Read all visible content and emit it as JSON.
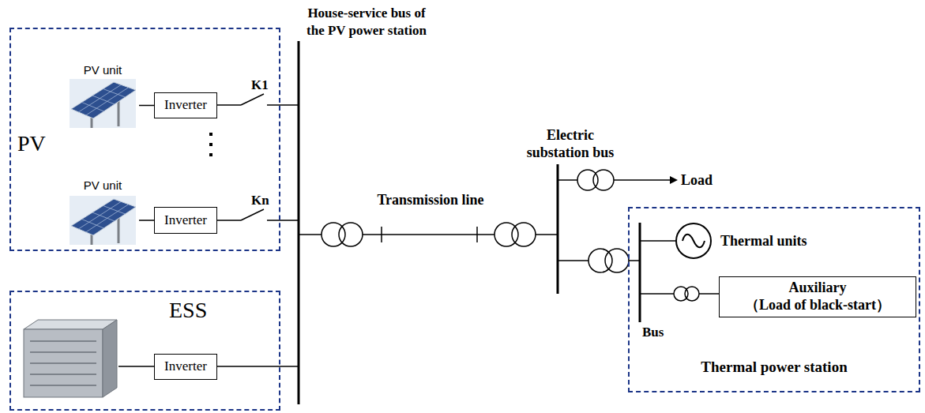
{
  "diagram": {
    "nodes": [
      {
        "text": [
          "PV"
        ]
      },
      {
        "text": [
          "PV unit"
        ],
        "in": 0
      },
      {
        "text": [
          "Inverter"
        ],
        "in": 0
      },
      {
        "text": [
          "PV unit"
        ],
        "in": 0
      },
      {
        "text": [
          "Inverter"
        ],
        "in": 0
      },
      {
        "text": [
          "ESS"
        ]
      },
      {
        "text": [
          "Inverter"
        ],
        "in": 5
      },
      {
        "text": [
          "Thermal power station"
        ]
      },
      {
        "text": [
          "Auxiliary",
          "（Load of black-start）"
        ],
        "in": 7
      }
    ],
    "edges": [
      {
        "from": 1,
        "to": 2,
        "arrow": "none"
      },
      {
        "from": 3,
        "to": 4,
        "arrow": "none"
      }
    ],
    "labels": [
      "House-service bus of the PV power station",
      "K1",
      "Kn",
      "Transmission line",
      "Electric substation bus",
      "Load",
      "Thermal units",
      "Bus"
    ]
  }
}
